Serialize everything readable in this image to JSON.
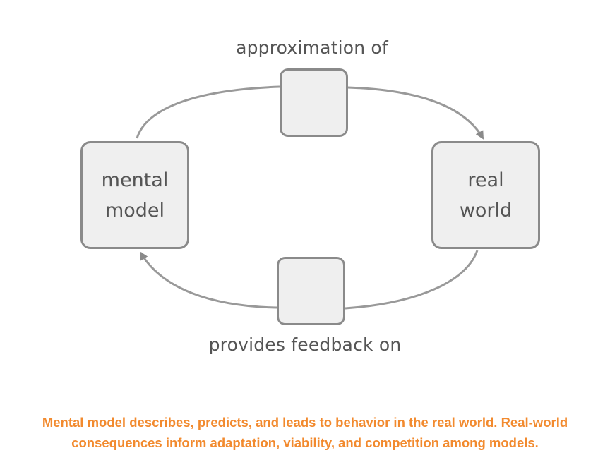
{
  "diagram": {
    "nodes": {
      "mental_model": {
        "line1": "mental",
        "line2": "model"
      },
      "real_world": {
        "line1": "real",
        "line2": "world"
      }
    },
    "edges": {
      "top_label": "approximation of",
      "bottom_label": "provides feedback on"
    }
  },
  "caption": {
    "line1": "Mental model describes, predicts, and leads to behavior in the real world. Real-world",
    "line2": "consequences inform adaptation, viability, and competition among models."
  },
  "colors": {
    "box_fill": "#efefef",
    "box_border": "#8a8a8a",
    "edge": "#999999",
    "text": "#555555",
    "caption": "#f28a2e"
  }
}
